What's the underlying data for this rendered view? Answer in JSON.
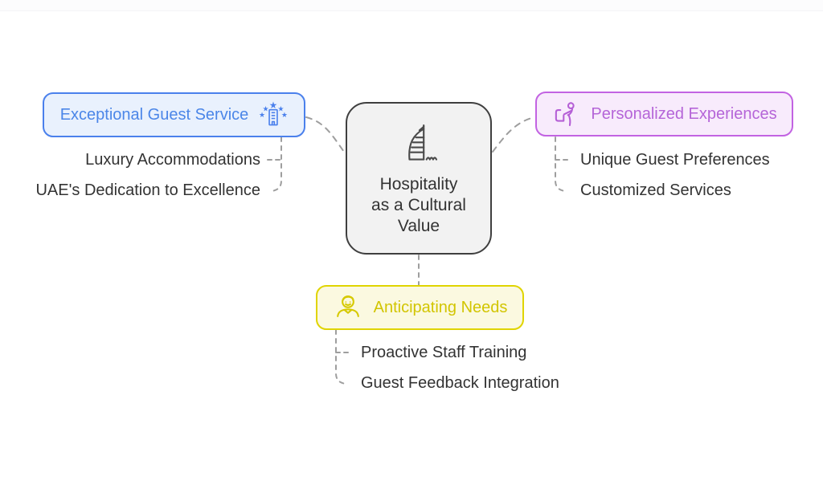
{
  "diagram": {
    "type": "mindmap",
    "connector_color": "#9e9e9e",
    "center": {
      "lines": [
        "Hospitality",
        "as a Cultural",
        "Value"
      ],
      "icon": "burj-al-arab-icon",
      "fill": "#f2f2f2",
      "border_color": "#3f3f3f",
      "text_color": "#333333"
    },
    "branches": [
      {
        "id": "exceptional-guest-service",
        "label": "Exceptional Guest Service",
        "icon": "hotel-stars-icon",
        "icon_side": "right",
        "fill": "#e9f1fd",
        "border_color": "#4a80ec",
        "text_color": "#4b86e8",
        "children": [
          "Luxury Accommodations",
          "UAE's Dedication to Excellence"
        ]
      },
      {
        "id": "personalized-experiences",
        "label": "Personalized Experiences",
        "icon": "concierge-chair-icon",
        "icon_side": "left",
        "fill": "#f8ebfc",
        "border_color": "#c263e2",
        "text_color": "#b565d8",
        "children": [
          "Unique Guest Preferences",
          "Customized Services"
        ]
      },
      {
        "id": "anticipating-needs",
        "label": "Anticipating Needs",
        "icon": "staff-person-icon",
        "icon_side": "left",
        "fill": "#fbf9e0",
        "border_color": "#e0d400",
        "text_color": "#d2c500",
        "children": [
          "Proactive Staff Training",
          "Guest Feedback Integration"
        ]
      }
    ]
  }
}
